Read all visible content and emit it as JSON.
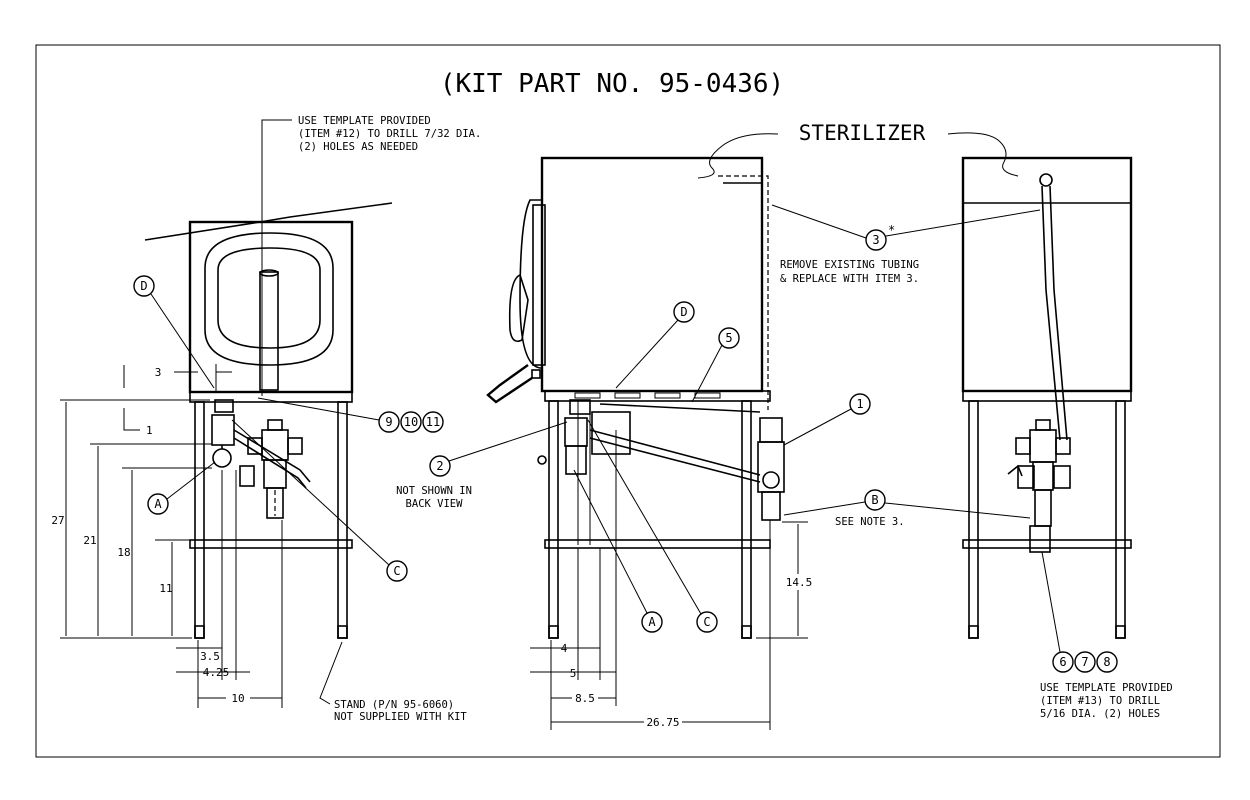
{
  "title": "(KIT PART NO. 95-0436)",
  "sterilizer_label": "STERILIZER",
  "notes": {
    "template_item12": [
      "USE TEMPLATE PROVIDED",
      "(ITEM #12) TO DRILL 7/32 DIA.",
      "(2) HOLES AS NEEDED"
    ],
    "remove_tubing": [
      "REMOVE EXISTING TUBING",
      "& REPLACE WITH ITEM 3."
    ],
    "not_shown": [
      "NOT SHOWN IN",
      "BACK VIEW"
    ],
    "see_note": "SEE NOTE 3.",
    "stand": [
      "STAND (P/N 95-6060)",
      "NOT SUPPLIED WITH KIT"
    ],
    "template_item13": [
      "USE TEMPLATE PROVIDED",
      "(ITEM #13) TO DRILL",
      "5/16 DIA. (2) HOLES"
    ]
  },
  "balloons": {
    "D": "D",
    "A": "A",
    "B": "B",
    "C": "C",
    "n1": "1",
    "n2": "2",
    "n3": "3",
    "n5": "5",
    "n6": "6",
    "n7": "7",
    "n8": "8",
    "n9": "9",
    "n10": "10",
    "n11": "11",
    "asterisk": "*"
  },
  "dimensions": {
    "d3": "3",
    "d1": "1",
    "d27": "27",
    "d21": "21",
    "d18": "18",
    "d11": "11",
    "d3_5": "3.5",
    "d4_25": "4.25",
    "d10": "10",
    "d4": "4",
    "d5": "5",
    "d8_5": "8.5",
    "d26_75": "26.75",
    "d14_5": "14.5"
  }
}
